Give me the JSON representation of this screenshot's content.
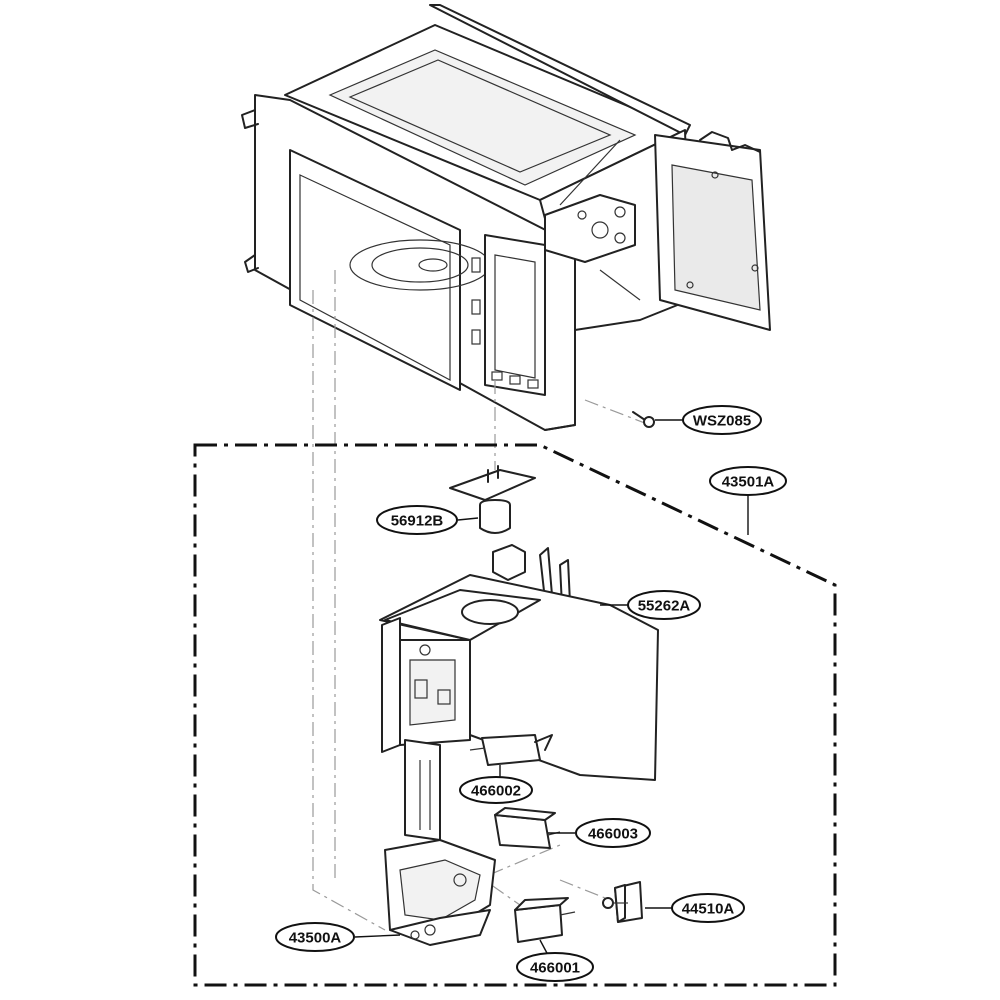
{
  "diagram": {
    "callouts": {
      "wsz085": "WSZ085",
      "p43501a": "43501A",
      "p56912b": "56912B",
      "p55262a": "55262A",
      "p466002": "466002",
      "p466003": "466003",
      "p44510a": "44510A",
      "p43500a": "43500A",
      "p466001": "466001"
    }
  }
}
